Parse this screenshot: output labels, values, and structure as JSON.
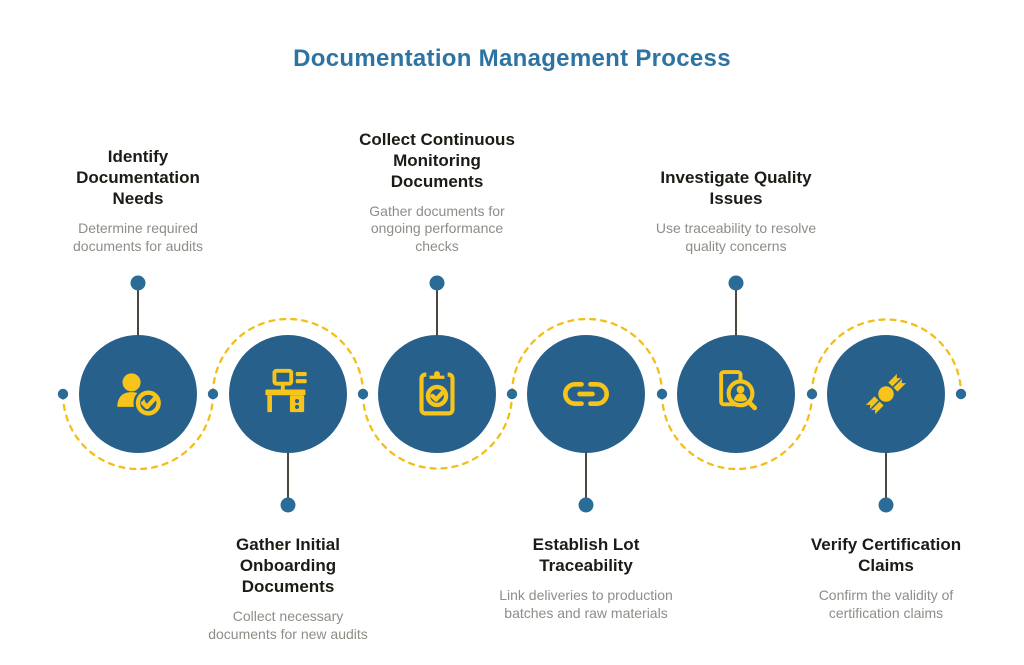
{
  "title": "Documentation Management Process",
  "colors": {
    "background": "#FFFFFF",
    "title": "#2E74A3",
    "circle": "#27618B",
    "dot": "#2A6B97",
    "icon_yellow": "#F6C41A",
    "dash_yellow": "#F2BE18",
    "heading": "#1D1B16",
    "subtext": "#8E8D87",
    "connector": "#4B473E"
  },
  "steps": [
    {
      "position": "top",
      "icon": "user-check-icon",
      "title_lines": [
        "Identify",
        "Documentation",
        "Needs"
      ],
      "description_lines": [
        "Determine required",
        "documents for audits"
      ]
    },
    {
      "position": "bottom",
      "icon": "desk-workstation-icon",
      "title_lines": [
        "Gather Initial",
        "Onboarding",
        "Documents"
      ],
      "description_lines": [
        "Collect necessary",
        "documents for new audits"
      ]
    },
    {
      "position": "top",
      "icon": "clipboard-check-icon",
      "title_lines": [
        "Collect Continuous",
        "Monitoring",
        "Documents"
      ],
      "description_lines": [
        "Gather documents for",
        "ongoing performance",
        "checks"
      ]
    },
    {
      "position": "bottom",
      "icon": "chain-link-icon",
      "title_lines": [
        "Establish Lot",
        "Traceability"
      ],
      "description_lines": [
        "Link deliveries to production",
        "batches and raw materials"
      ]
    },
    {
      "position": "top",
      "icon": "document-search-icon",
      "title_lines": [
        "Investigate Quality",
        "Issues"
      ],
      "description_lines": [
        "Use traceability to resolve",
        "quality concerns"
      ]
    },
    {
      "position": "bottom",
      "icon": "award-ribbon-icon",
      "title_lines": [
        "Verify Certification",
        "Claims"
      ],
      "description_lines": [
        "Confirm the validity of",
        "certification claims"
      ]
    }
  ]
}
